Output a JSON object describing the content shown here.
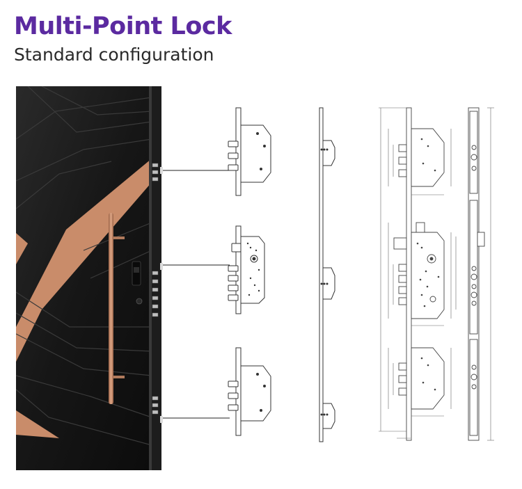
{
  "header": {
    "title": "Multi-Point Lock",
    "subtitle": "Standard configuration"
  },
  "colors": {
    "title": "#5b2aa0",
    "door": "#141414",
    "accent_copper": "#c98c6a",
    "line": "#333333"
  },
  "icons": [
    "door-photo",
    "lock-case-icon",
    "connector-line",
    "technical-drawing"
  ]
}
